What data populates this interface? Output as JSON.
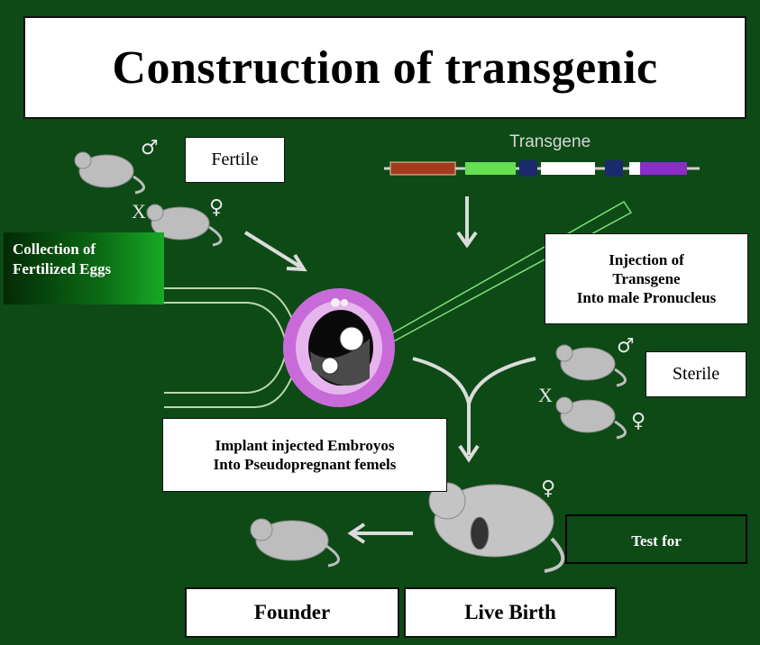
{
  "title": "Construction of transgenic",
  "labels": {
    "fertile": "Fertile",
    "sterile": "Sterile",
    "transgene": "Transgene",
    "collection": "Collection of\nFertilized Eggs",
    "injection": "Injection of\nTransgene\nInto male Pronucleus",
    "implant": "Implant injected Embroyos\nInto Pseudopregnant femels",
    "test_for": "Test for",
    "founder": "Founder",
    "live_birth": "Live Birth"
  },
  "symbols": {
    "male": "♂",
    "female": "♀",
    "cross": "X"
  },
  "colors": {
    "background": "#0d4a16",
    "gene_red": "#a43a1e",
    "gene_green": "#66e052",
    "gene_white": "#ffffff",
    "gene_purple": "#8a2cc8",
    "egg_pink": "#c86bd8"
  }
}
